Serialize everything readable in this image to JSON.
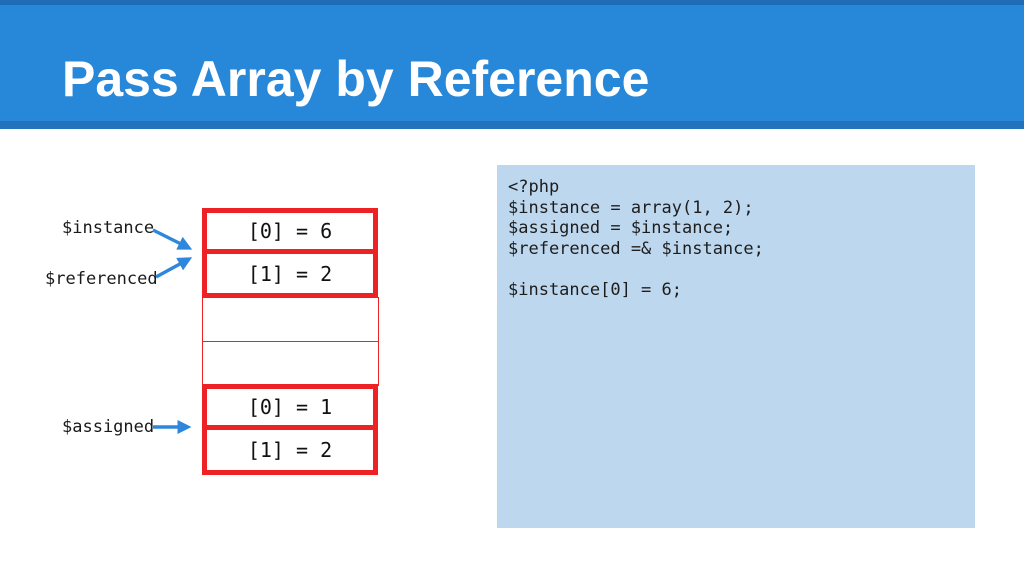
{
  "slide": {
    "title": "Pass Array by Reference"
  },
  "colors": {
    "header_blue": "#2787d8",
    "header_top_strip": "#1d6cb5",
    "header_bottom_strip": "#2273bb",
    "box_border_red": "#ee2125",
    "arrow_blue": "#2e86dd",
    "code_panel_bg": "#bdd7ee",
    "text_dark": "#1d1d1d"
  },
  "diagram": {
    "labels": [
      {
        "text": "$instance"
      },
      {
        "text": "$referenced"
      },
      {
        "text": "$assigned"
      }
    ],
    "cells": [
      {
        "text": "[0] = 6",
        "style": "thick"
      },
      {
        "text": "[1] = 2",
        "style": "thick"
      },
      {
        "text": "",
        "style": "thin"
      },
      {
        "text": "",
        "style": "thin"
      },
      {
        "text": "[0] = 1",
        "style": "thick"
      },
      {
        "text": "[1] = 2",
        "style": "thick"
      }
    ]
  },
  "code_panel": {
    "language": "php",
    "code": "<?php\n$instance = array(1, 2);\n$assigned = $instance;\n$referenced =& $instance;\n\n$instance[0] = 6;"
  }
}
